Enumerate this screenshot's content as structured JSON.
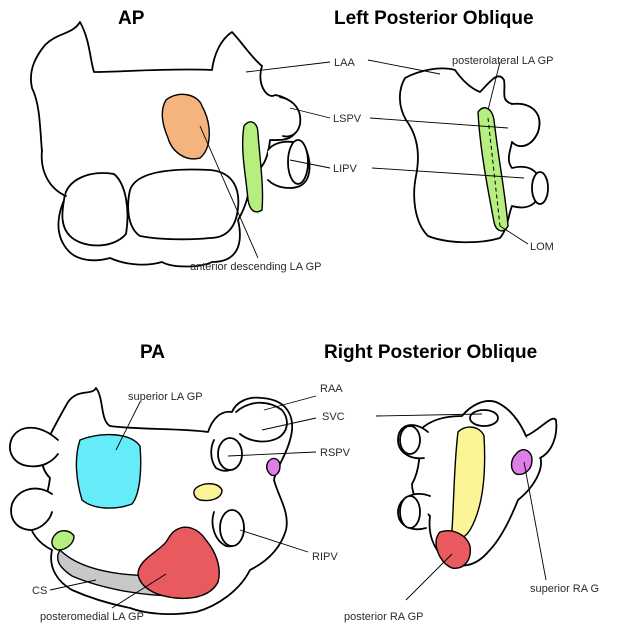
{
  "views": {
    "ap": "AP",
    "lpo": "Left Posterior Oblique",
    "pa": "PA",
    "rpo": "Right Posterior Oblique"
  },
  "labels": {
    "laa": "LAA",
    "lspv": "LSPV",
    "lipv": "LIPV",
    "anterior_descending_la_gp": "anterior descending LA GP",
    "posterolateral_la_gp": "posterolateral LA GP",
    "lom": "LOM",
    "raa": "RAA",
    "svc": "SVC",
    "rspv": "RSPV",
    "ripv": "RIPV",
    "superior_la_gp": "superior LA GP",
    "cs": "CS",
    "posteromedial_la_gp": "posteromedial LA GP",
    "posterior_ra_gp": "posterior RA GP",
    "superior_ra_gp": "superior RA G"
  },
  "colors": {
    "orange_gp": "#f5b47e",
    "green_gp": "#b6ef7f",
    "cyan_gp": "#66ecf8",
    "yellow_gp": "#fbf598",
    "red_gp": "#e85a5e",
    "magenta_gp": "#e07ee8",
    "cs_gray": "#c8c8c8"
  }
}
